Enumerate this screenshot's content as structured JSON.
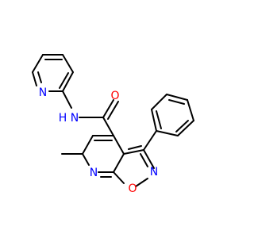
{
  "molecule": {
    "atom_labels": {
      "pyridine_n": "N",
      "amide_nh": "N",
      "amide_h": "H",
      "carbonyl_o": "O",
      "isoxazole_n": "N",
      "isoxazole_o": "O",
      "pyridine_fused_n": "N"
    },
    "colors": {
      "bond": "#000000",
      "nitrogen": "#0000ff",
      "oxygen": "#ff0000"
    }
  }
}
